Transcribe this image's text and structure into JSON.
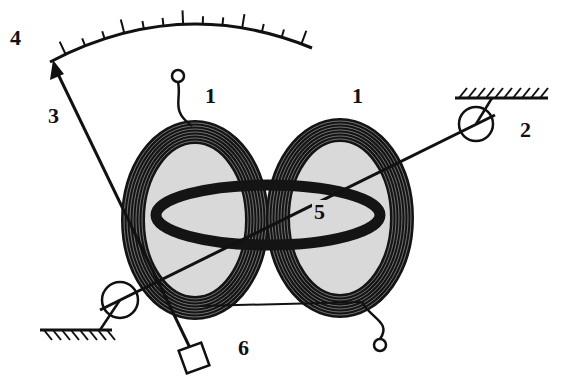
{
  "diagram": {
    "labels": [
      "4",
      "3",
      "1",
      "1",
      "2",
      "5",
      "6"
    ]
  }
}
